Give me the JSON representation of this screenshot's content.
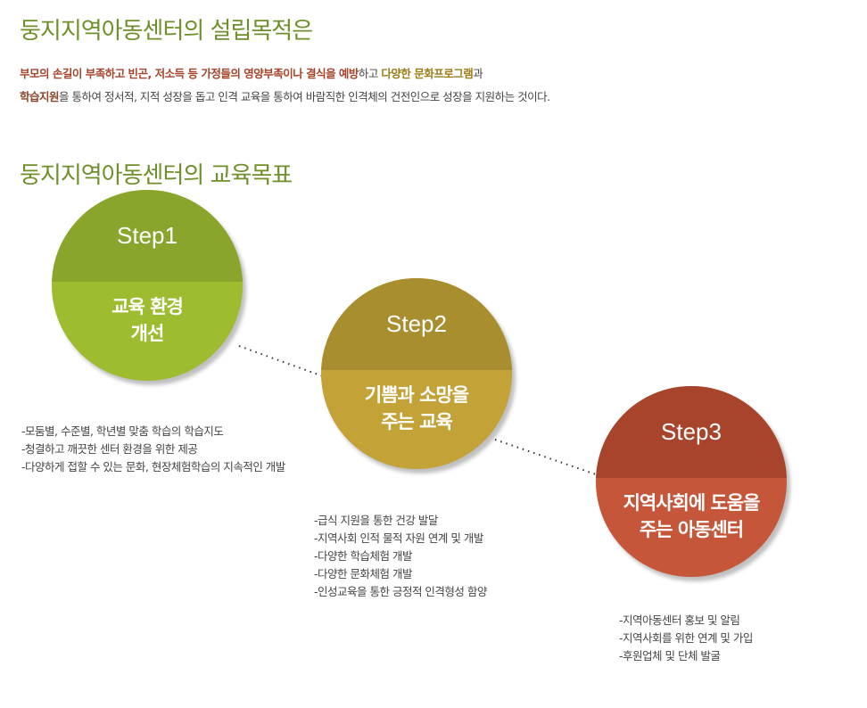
{
  "purpose": {
    "title": "둥지지역아동센터의 설립목적은",
    "line1": [
      {
        "t": "부모의 손길이 부족하고 빈곤, 저소득 등 가정들의 영양부족이나 결식을 예방",
        "s": "r"
      },
      {
        "t": "하고 ",
        "s": ""
      },
      {
        "t": "다양한 문화프로그램",
        "s": "g"
      },
      {
        "t": "과",
        "s": ""
      }
    ],
    "line2": [
      {
        "t": "학습지원",
        "s": "b"
      },
      {
        "t": "을 통하여 정서적, 지적 성장을 돕고 인격 교육을 통하여 바람직한 인격체의 건전인으로  성장을 지원하는 것이다.",
        "s": ""
      }
    ]
  },
  "goals": {
    "title": "둥지지역아동센터의 교육목표",
    "steps": [
      {
        "step": "Step1",
        "label1": "교육 환경",
        "label2": "개선",
        "top": "#89a52c",
        "bottom": "#9dbc2f",
        "items": [
          "-모둠별, 수준별, 학년별 맞춤 학습의 학습지도",
          "-청결하고 깨끗한 센터 환경을 위한 제공",
          "-다양하게 접할 수 있는 문화, 현장체험학습의 지속적인 개발"
        ]
      },
      {
        "step": "Step2",
        "label1": "기쁨과 소망을",
        "label2": "주는 교육",
        "top": "#a88e2e",
        "bottom": "#c3a238",
        "items": [
          "-급식 지원을 통한 건강 발달",
          "-지역사회 인적 물적 자원 연계 및 개발",
          "-다양한 학습체험 개발",
          "-다양한 문화체험 개발",
          "-인성교육을 통한 긍정적 인격형성 함양"
        ]
      },
      {
        "step": "Step3",
        "label1": "지역사회에 도움을",
        "label2": "주는 아동센터",
        "top": "#a8442b",
        "bottom": "#c6563a",
        "items": [
          "-지역아동센터 홍보 및 알림",
          "-지역사회를 위한 연계 및 가입",
          "-후원업체 및 단체 발굴"
        ]
      }
    ]
  }
}
